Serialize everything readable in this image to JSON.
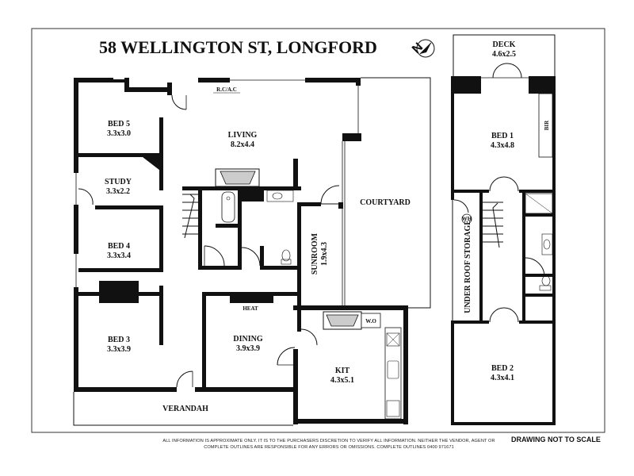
{
  "title": "58 WELLINGTON ST, LONGFORD",
  "compass": {
    "letter": "N"
  },
  "rooms": {
    "bed5": {
      "name": "BED 5",
      "dims": "3.3x3.0"
    },
    "living": {
      "name": "LIVING",
      "dims": "8.2x4.4"
    },
    "study": {
      "name": "STUDY",
      "dims": "3.3x2.2"
    },
    "bed4": {
      "name": "BED 4",
      "dims": "3.3x3.4"
    },
    "bed3": {
      "name": "BED 3",
      "dims": "3.3x3.9"
    },
    "dining": {
      "name": "DINING",
      "dims": "3.9x3.9"
    },
    "sunroom": {
      "name": "SUNROOM",
      "dims": "1.9x4.3"
    },
    "courtyard": {
      "name": "COURTYARD"
    },
    "kit": {
      "name": "KIT",
      "dims": "4.3x5.1"
    },
    "verandah": {
      "name": "VERANDAH"
    },
    "deck": {
      "name": "DECK",
      "dims": "4.6x2.5"
    },
    "bed1": {
      "name": "BED 1",
      "dims": "4.3x4.8"
    },
    "bed2": {
      "name": "BED 2",
      "dims": "4.3x4.1"
    },
    "storage": {
      "name": "UNDER ROOF STORAGE"
    }
  },
  "fixtures": {
    "rcac": "R.C/A.C",
    "heat": "HEAT",
    "wo": "W.O",
    "bir": "BIR",
    "wh": "WH"
  },
  "footer": {
    "disclaimer": "ALL INFORMATION IS APPROXIMATE ONLY. IT IS TO THE PURCHASERS DISCRETION TO VERIFY ALL INFORMATION. NEITHER THE VENDOR, AGENT OR COMPLETE OUTLINES ARE RESPONSIBLE FOR ANY ERRORS OR OMISSIONS. COMPLETE OUTLINES 0400 971671",
    "scale_note": "DRAWING NOT TO SCALE"
  }
}
